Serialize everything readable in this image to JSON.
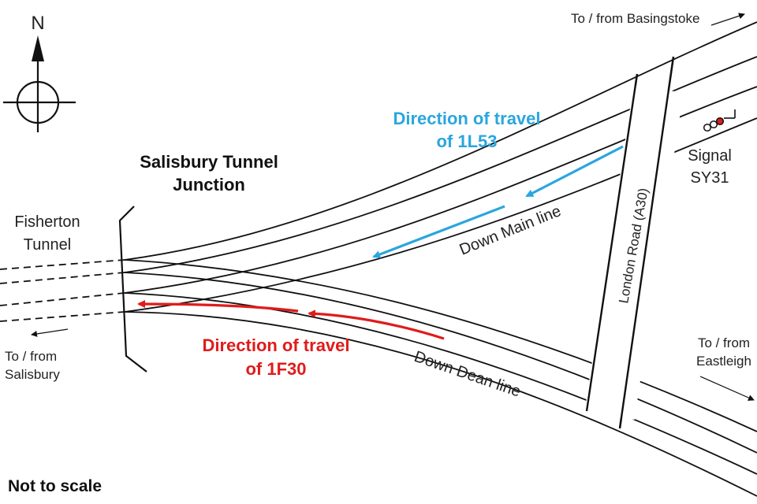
{
  "labels": {
    "north": "N",
    "basingstoke": "To / from Basingstoke",
    "direction_1l53_line1": "Direction of travel",
    "direction_1l53_line2": "of 1L53",
    "junction_line1": "Salisbury Tunnel",
    "junction_line2": "Junction",
    "signal_line1": "Signal",
    "signal_line2": "SY31",
    "fisherton_line1": "Fisherton",
    "fisherton_line2": "Tunnel",
    "down_main": "Down Main line",
    "london_road": "London Road (A30)",
    "salisbury_line1": "To / from",
    "salisbury_line2": "Salisbury",
    "direction_1f30_line1": "Direction of travel",
    "direction_1f30_line2": "of 1F30",
    "down_dean": "Down Dean line",
    "eastleigh_line1": "To / from",
    "eastleigh_line2": "Eastleigh",
    "not_to_scale": "Not to scale"
  },
  "colors": {
    "train_1l53": "#2aa6df",
    "train_1f30": "#e01b1b",
    "signal_aspect": "#e01b1b"
  },
  "icons": {
    "compass": "north-compass-icon",
    "signal": "signal-sy31-icon"
  }
}
